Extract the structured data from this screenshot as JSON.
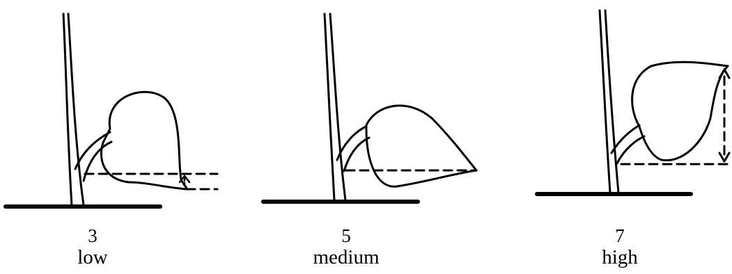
{
  "panels": [
    {
      "score": "3",
      "label": "low"
    },
    {
      "score": "5",
      "label": "medium"
    },
    {
      "score": "7",
      "label": "high"
    }
  ],
  "colors": {
    "ink": "#000000",
    "background": "#ffffff"
  }
}
